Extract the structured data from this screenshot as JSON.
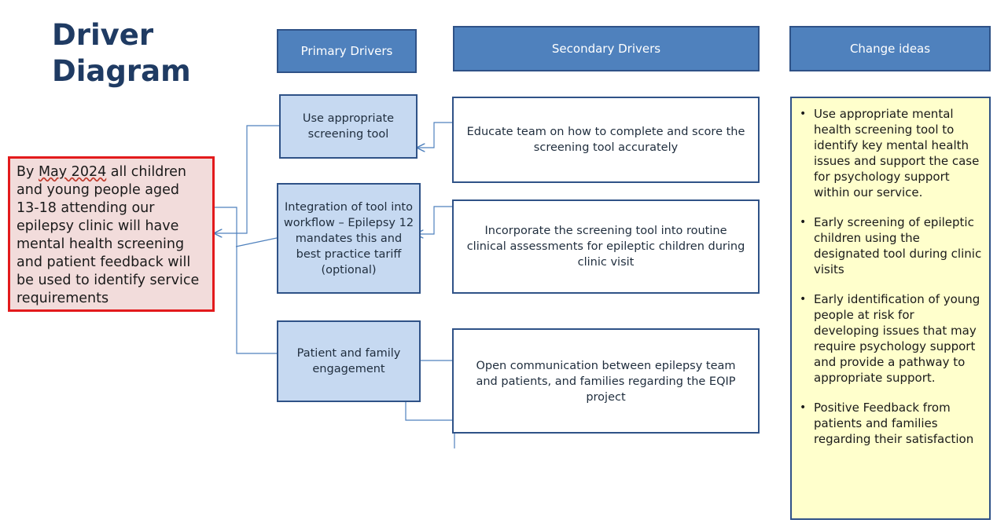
{
  "title": {
    "line1": "Driver",
    "line2": "Diagram"
  },
  "headers": {
    "primary": "Primary Drivers",
    "secondary": "Secondary Drivers",
    "change": "Change ideas"
  },
  "aim": {
    "prefix": "By ",
    "date": "May 2024",
    "rest": " all children and young people aged 13-18 attending our epilepsy clinic will have mental health screening and patient feedback will be used to identify service requirements"
  },
  "primary_drivers": [
    "Use appropriate screening tool",
    "Integration of tool into  workflow – Epilepsy 12 mandates this and best practice tariff (optional)",
    "Patient and family engagement"
  ],
  "secondary_drivers": [
    "Educate team on how to complete and score the screening tool accurately",
    "Incorporate the screening tool into routine clinical assessments for epileptic children during clinic visit",
    "Open communication between epilepsy team and  patients, and families regarding the EQIP project"
  ],
  "change_ideas": [
    "Use appropriate mental health screening tool to identify key mental health issues and support the case  for psychology support within our service.",
    "Early screening of epileptic children using the designated tool during clinic visits",
    "Early  identification of young people at risk for developing issues that may require psychology support and provide a pathway to appropriate support.",
    "Positive Feedback from patients and families regarding their satisfaction"
  ],
  "colors": {
    "header_fill": "#4f81bd",
    "primary_fill": "#c6d9f1",
    "aim_fill": "#f2dcdb",
    "aim_border": "#e31a1c",
    "change_fill": "#ffffcc",
    "title_color": "#1f3b63"
  }
}
